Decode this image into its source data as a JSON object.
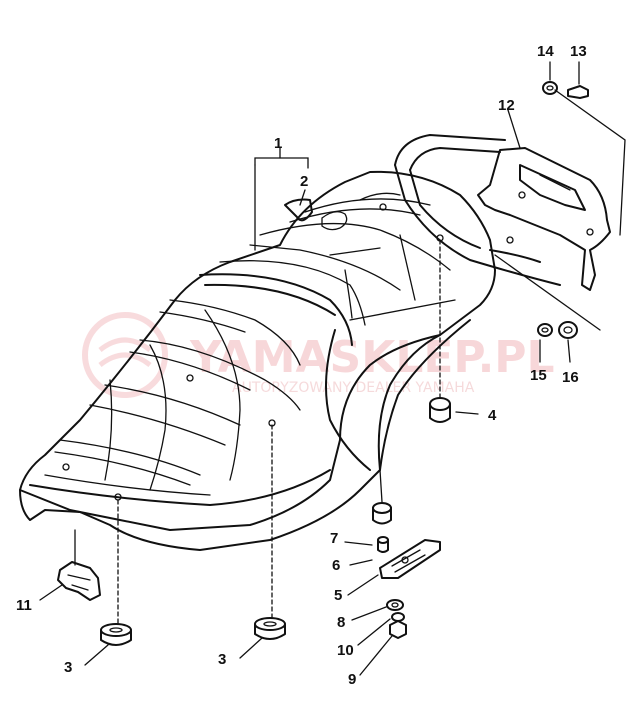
{
  "watermark": {
    "brand": "YAMASKLEP.PL",
    "tagline": "AUTORYZOWANY DEALER YAMAHA"
  },
  "callouts": [
    {
      "id": "c1",
      "label": "1"
    },
    {
      "id": "c2",
      "label": "2"
    },
    {
      "id": "c3a",
      "label": "3"
    },
    {
      "id": "c3b",
      "label": "3"
    },
    {
      "id": "c4",
      "label": "4"
    },
    {
      "id": "c5",
      "label": "5"
    },
    {
      "id": "c6",
      "label": "6"
    },
    {
      "id": "c7",
      "label": "7"
    },
    {
      "id": "c8",
      "label": "8"
    },
    {
      "id": "c9",
      "label": "9"
    },
    {
      "id": "c10",
      "label": "10"
    },
    {
      "id": "c11",
      "label": "11"
    },
    {
      "id": "c12",
      "label": "12"
    },
    {
      "id": "c13",
      "label": "13"
    },
    {
      "id": "c14",
      "label": "14"
    },
    {
      "id": "c15",
      "label": "15"
    },
    {
      "id": "c16",
      "label": "16"
    }
  ]
}
